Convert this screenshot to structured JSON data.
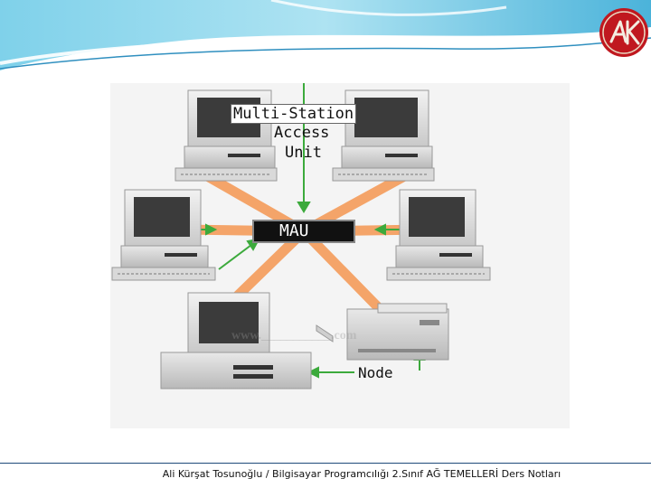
{
  "diagram": {
    "labels": {
      "msau_line1": "Multi-Station",
      "msau_line2": "Access",
      "msau_line3": "Unit",
      "mau": "MAU",
      "node": "Node"
    },
    "watermark": "www.___________.com",
    "colors": {
      "link": "#f5a062",
      "arrow": "#3caa3c",
      "mau_box": "#111111"
    },
    "nodes": [
      "computer",
      "computer",
      "computer",
      "computer",
      "computer",
      "printer"
    ]
  },
  "footer": {
    "text": "Ali Kürşat Tosunoğlu / Bilgisayar Programcılığı 2.Sınıf AĞ TEMELLERİ Ders Notları"
  },
  "logo": {
    "icon": "ak-monogram-logo"
  }
}
